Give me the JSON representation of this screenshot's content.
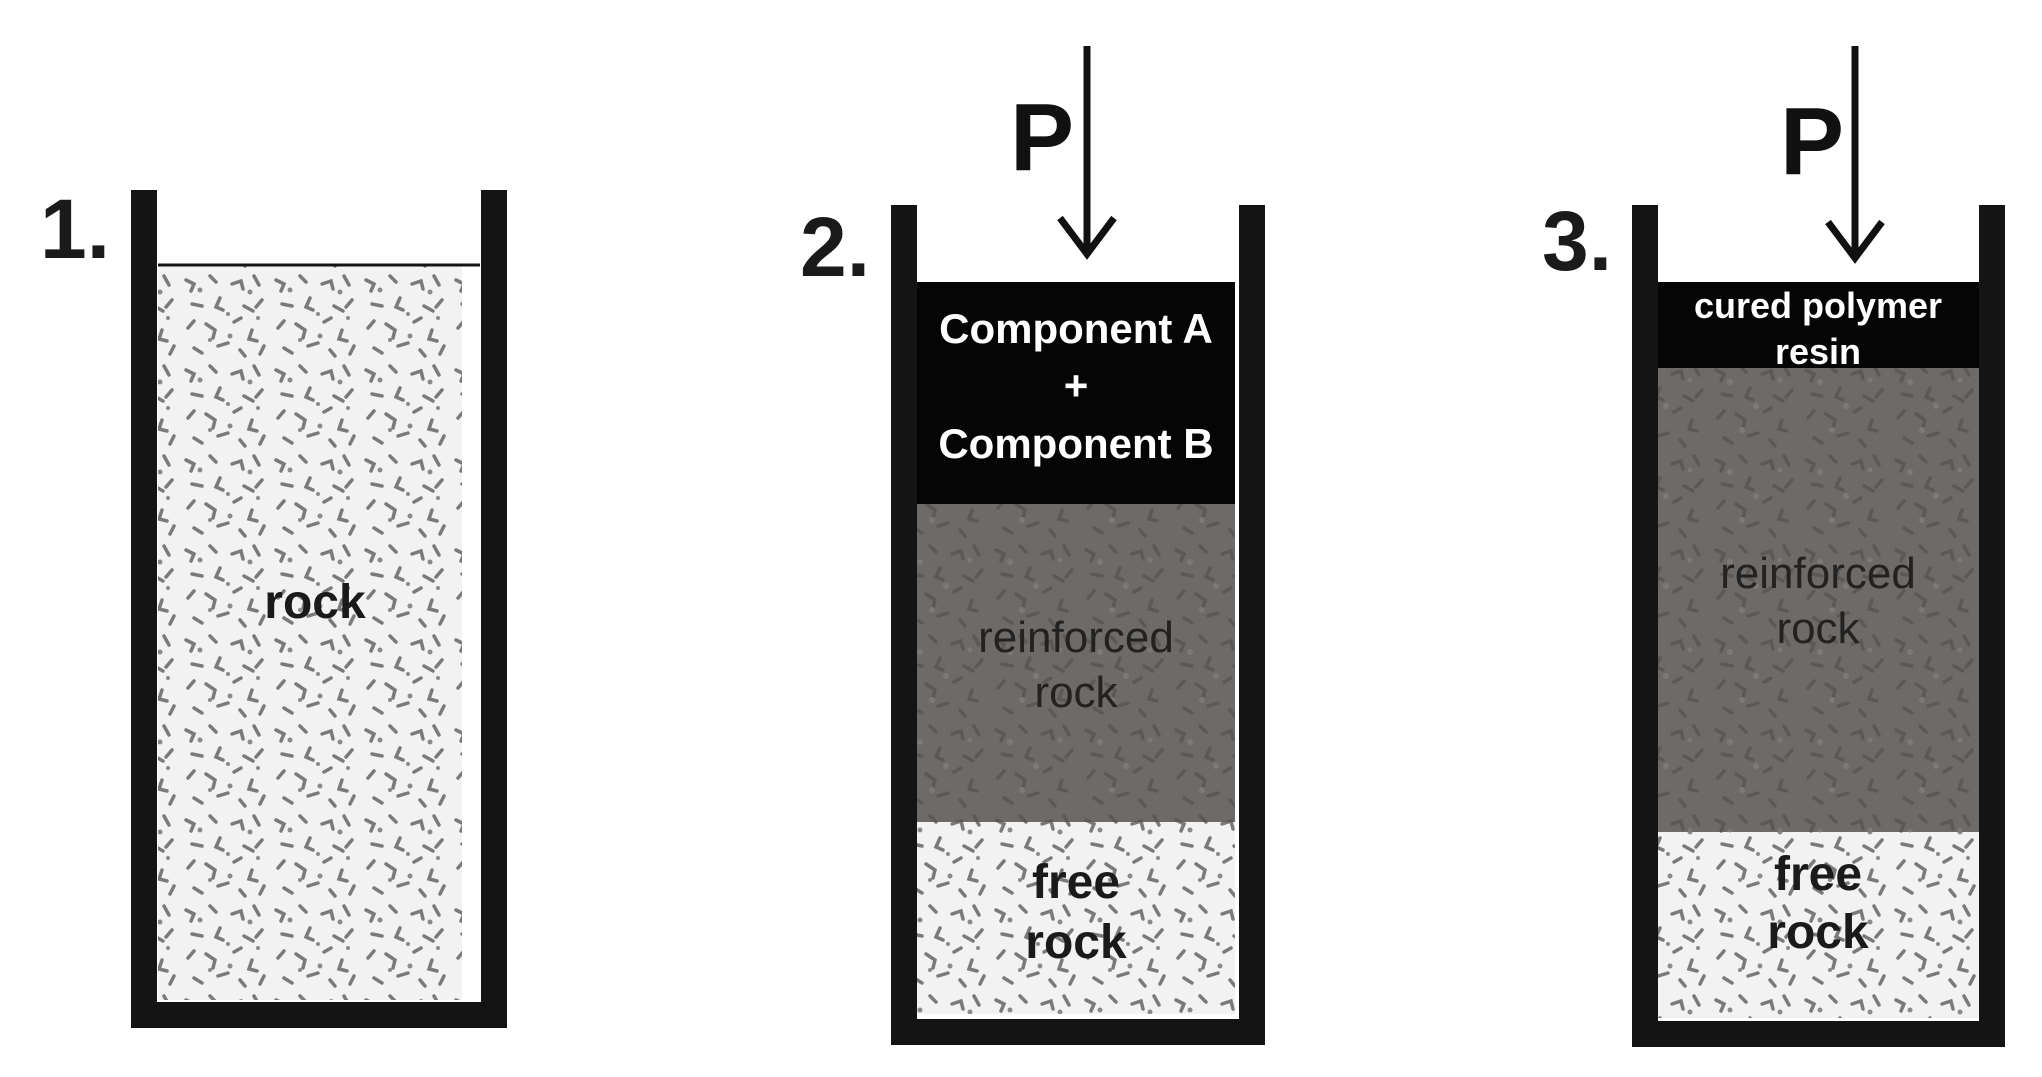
{
  "colors": {
    "wall": "#141414",
    "rock": "#f2f2f2",
    "rock_speckle": "#7a7a7a",
    "reinforced_rock": "#6e6a67",
    "reinforced_speckle": "#5e5a57",
    "resin": "#050505"
  },
  "panels": [
    {
      "number": "1.",
      "force": null,
      "layers": [
        {
          "type": "rock",
          "label_lines": [
            "rock"
          ]
        }
      ]
    },
    {
      "number": "2.",
      "force": "P",
      "layers": [
        {
          "type": "resin",
          "label_lines": [
            "Component A",
            "+",
            "Component B"
          ]
        },
        {
          "type": "reinforced_rock",
          "label_lines": [
            "reinforced",
            "rock"
          ]
        },
        {
          "type": "rock",
          "label_lines": [
            "free",
            "rock"
          ]
        }
      ]
    },
    {
      "number": "3.",
      "force": "P",
      "layers": [
        {
          "type": "resin",
          "label_lines": [
            "cured polymer",
            "resin"
          ]
        },
        {
          "type": "reinforced_rock",
          "label_lines": [
            "reinforced",
            "rock"
          ]
        },
        {
          "type": "rock",
          "label_lines": [
            "free",
            "rock"
          ]
        }
      ]
    }
  ]
}
